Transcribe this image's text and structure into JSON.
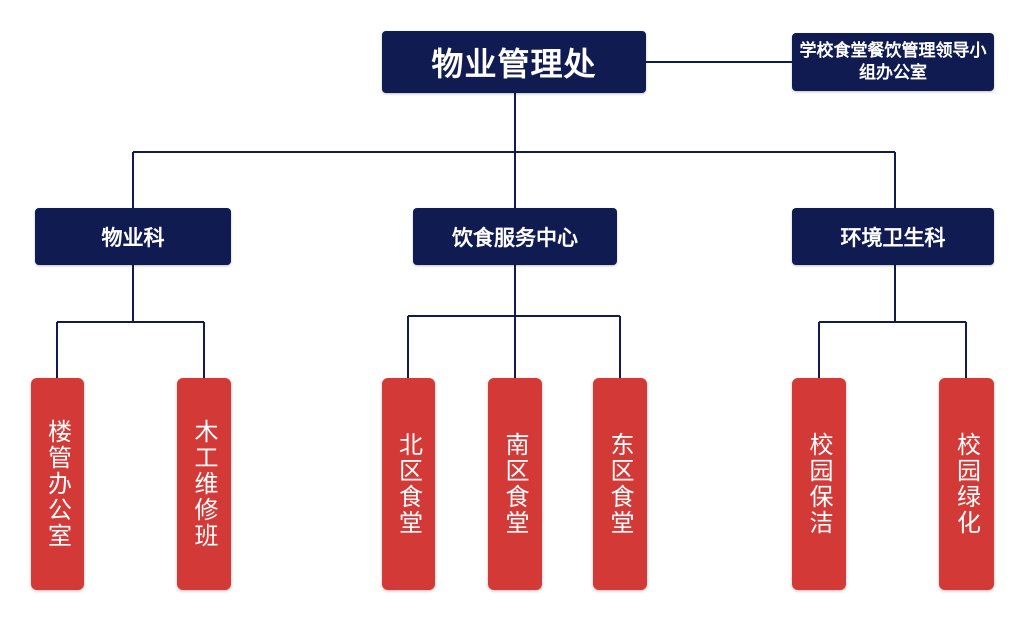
{
  "root": {
    "label": "物业管理处"
  },
  "side_office": {
    "label": "学校食堂餐饮管理领导小组办公室"
  },
  "departments": [
    {
      "label": "物业科",
      "units": [
        "楼管办公室",
        "木工维修班"
      ]
    },
    {
      "label": "饮食服务中心",
      "units": [
        "北区食堂",
        "南区食堂",
        "东区食堂"
      ]
    },
    {
      "label": "环境卫生科",
      "units": [
        "校园保洁",
        "校园绿化"
      ]
    }
  ],
  "colors": {
    "navy": "#101b52",
    "red": "#d33a37",
    "line": "#101b52",
    "text": "#ffffff"
  }
}
